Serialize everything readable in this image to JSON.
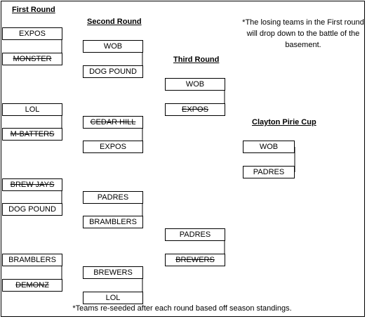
{
  "headers": {
    "round1": "First Round",
    "round2": "Second Round",
    "round3": "Third Round",
    "final": "Clayton Pirie Cup"
  },
  "note": "*The losing teams in the First round will drop down to the battle of the basement.",
  "footnote": "*Teams re-seeded after each round based off season standings.",
  "round1": [
    {
      "name": "EXPOS",
      "eliminated": false
    },
    {
      "name": "MONSTER",
      "eliminated": true
    },
    {
      "name": "LOL",
      "eliminated": false
    },
    {
      "name": "M-BATTERS",
      "eliminated": true
    },
    {
      "name": "BREW JAYS",
      "eliminated": true
    },
    {
      "name": "DOG POUND",
      "eliminated": false
    },
    {
      "name": "BRAMBLERS",
      "eliminated": false
    },
    {
      "name": "DEMONZ",
      "eliminated": true
    }
  ],
  "round2": [
    {
      "name": "WOB",
      "eliminated": false
    },
    {
      "name": "DOG POUND",
      "eliminated": false
    },
    {
      "name": "CEDAR HILL",
      "eliminated": true
    },
    {
      "name": "EXPOS",
      "eliminated": false
    },
    {
      "name": "PADRES",
      "eliminated": false
    },
    {
      "name": "BRAMBLERS",
      "eliminated": false
    },
    {
      "name": "BREWERS",
      "eliminated": false
    },
    {
      "name": "LOL",
      "eliminated": false
    }
  ],
  "round3": [
    {
      "name": "WOB",
      "eliminated": false
    },
    {
      "name": "EXPOS",
      "eliminated": true
    },
    {
      "name": "PADRES",
      "eliminated": false
    },
    {
      "name": "BREWERS",
      "eliminated": true
    }
  ],
  "final": [
    {
      "name": "WOB",
      "eliminated": false
    },
    {
      "name": "PADRES",
      "eliminated": false
    }
  ]
}
